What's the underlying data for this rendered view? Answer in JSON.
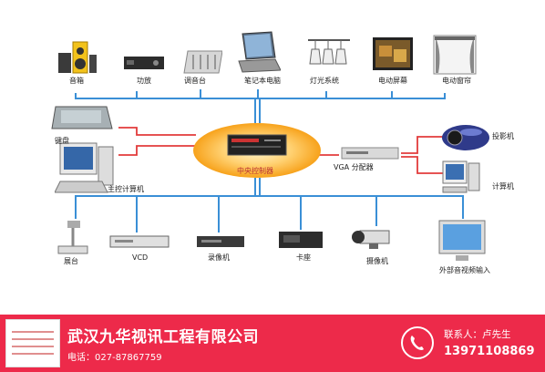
{
  "devices": {
    "speakers": "音箱",
    "amplifier": "功放",
    "mixer": "调音台",
    "laptop": "笔记本电脑",
    "lighting": "灯光系统",
    "motorized_screen": "电动屏幕",
    "motorized_curtain": "电动窗帘",
    "keyboard": "键盘",
    "master_computer": "主控计算机",
    "central_controller": "中央控制器",
    "vga_splitter": "VGA 分配器",
    "projector": "投影机",
    "computer": "计算机",
    "document_camera": "展台",
    "vcd": "VCD",
    "vcr": "录像机",
    "tape_deck": "卡座",
    "video_camera": "摄像机",
    "external_av_input": "外部音视频输入"
  },
  "colors": {
    "blue_line": "#3a8fd6",
    "red_line": "#e23b3b",
    "glow": "#f7a21b",
    "footer_bg": "#ed2a4a"
  },
  "footer": {
    "company": "武汉九华视讯工程有限公司",
    "phone": "电话：027-87867759",
    "contact": "联系人：卢先生",
    "mobile": "13971108869"
  }
}
